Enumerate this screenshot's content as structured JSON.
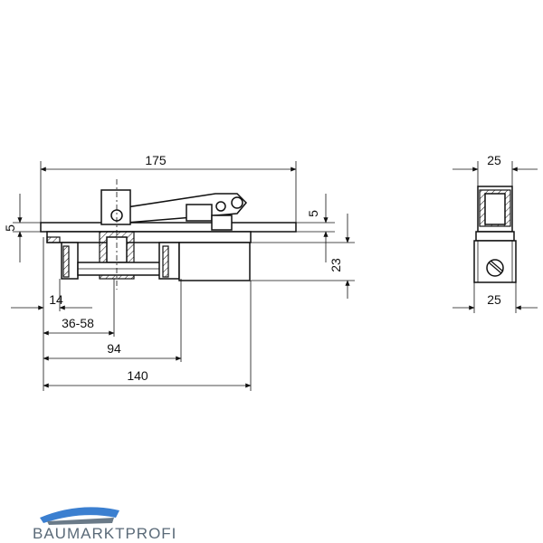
{
  "dimensions": {
    "width_175": "175",
    "flange_5_left": "5",
    "flange_5_right": "5",
    "height_23": "23",
    "offset_14": "14",
    "range_36_58": "36-58",
    "length_94": "94",
    "length_140": "140",
    "side_top_25": "25",
    "side_bottom_25": "25"
  },
  "brand": {
    "name": "BAUMARKTPROFI",
    "primary_color": "#5a6a78",
    "accent_color": "#3b7fd0"
  }
}
